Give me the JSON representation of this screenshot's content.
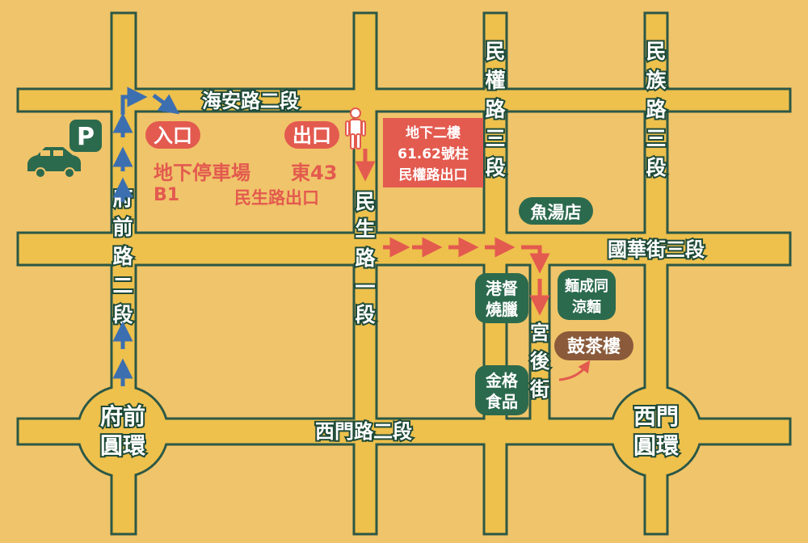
{
  "colors": {
    "background": "#f0c46a",
    "road": "#eec04c",
    "road_border": "#2c5846",
    "label_green": "#2c6a4e",
    "accent_red": "#e35a4f",
    "route_blue": "#3c6fb0",
    "teahouse_brown": "#8a5a3a"
  },
  "roads": {
    "haian": "海安路二段",
    "guohua": "國華街三段",
    "ximen": "西門路二段",
    "fuqian": [
      "府",
      "前",
      "路",
      "二",
      "段"
    ],
    "minsheng": [
      "民",
      "生",
      "路",
      "一",
      "段"
    ],
    "minquan": [
      "民",
      "權",
      "路",
      "三",
      "段"
    ],
    "minzu": [
      "民",
      "族",
      "路",
      "三",
      "段"
    ],
    "gonghou": [
      "宮",
      "後",
      "街"
    ]
  },
  "circles": {
    "fuqian": [
      "府前",
      "圓環"
    ],
    "ximen": [
      "西門",
      "圓環"
    ]
  },
  "parking": {
    "icon": "P",
    "entrance_badge": "入口",
    "name": "地下停車場",
    "level": "B1"
  },
  "exit": {
    "badge": "出口",
    "code": "東43",
    "label": "民生路出口"
  },
  "metro_box": [
    "地下二樓",
    "61.62號柱",
    "民權路出口"
  ],
  "shops": {
    "fish_soup": "魚湯店",
    "gangdu": [
      "港督",
      "燒臘"
    ],
    "noodles": [
      "麵成同",
      "涼麵"
    ],
    "jinge": [
      "金格",
      "食品"
    ],
    "teahouse": "鼓茶樓"
  },
  "icons": {
    "car": "car-icon",
    "pedestrian": "pedestrian-icon",
    "parking": "parking-icon"
  }
}
